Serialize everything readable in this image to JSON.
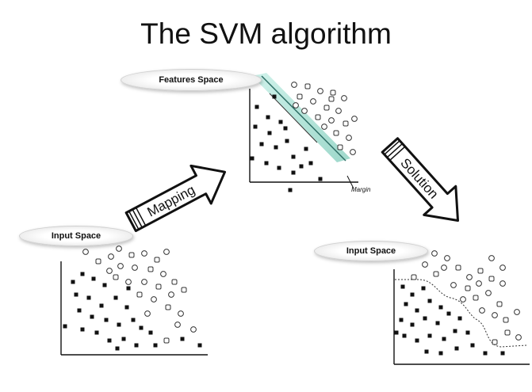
{
  "title": "The SVM algorithm",
  "labels": {
    "features_space": "Features Space",
    "input_space_left": "Input Space",
    "input_space_right": "Input Space",
    "mapping": "Mapping",
    "solution": "Solution",
    "margin": "Margin"
  },
  "colors": {
    "ink": "#111111",
    "margin_band": "#7ecfbf",
    "arrow_fill": "#ffffff"
  }
}
